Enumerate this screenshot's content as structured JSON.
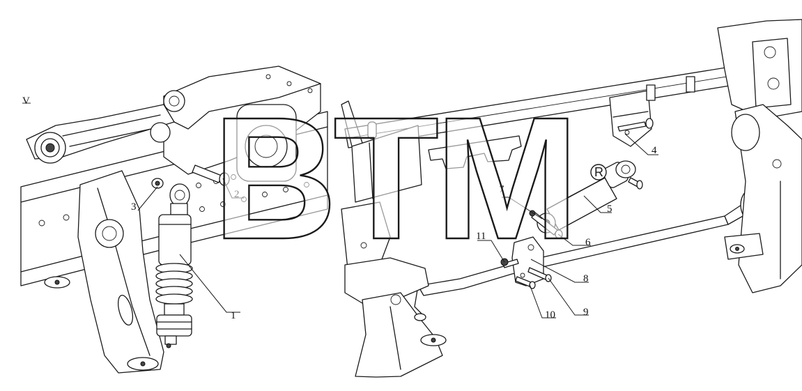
{
  "watermark": {
    "text": "BTM",
    "registered_mark": "R"
  },
  "callouts": [
    "1",
    "2",
    "3",
    "4",
    "5",
    "6",
    "7",
    "8",
    "9",
    "10",
    "11"
  ],
  "edge_marker": "V"
}
